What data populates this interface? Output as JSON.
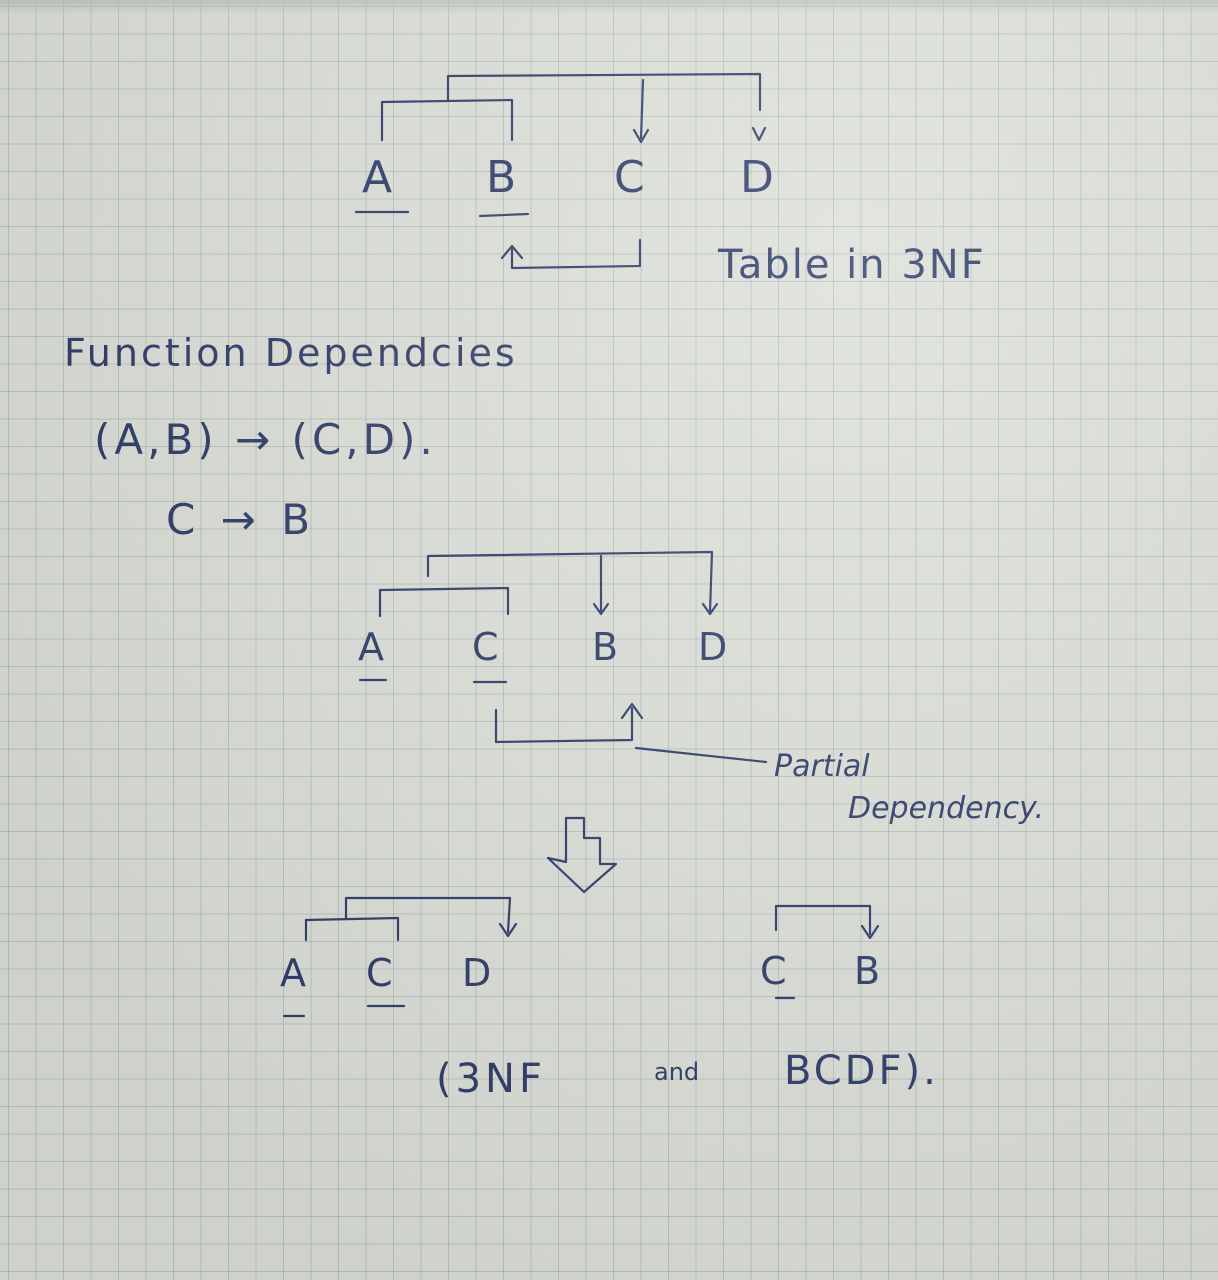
{
  "diagram1": {
    "attributes": [
      "A",
      "B",
      "C",
      "D"
    ],
    "caption": "Table in 3NF"
  },
  "dependencies": {
    "heading": "Function Dependcies",
    "fd1": "(A,B) → (C,D).",
    "fd2": "C → B"
  },
  "diagram2": {
    "attributes": [
      "A",
      "C",
      "B",
      "D"
    ],
    "note_line1": "Partial",
    "note_line2": "Dependency."
  },
  "decomposition": {
    "arrow": "⇓",
    "left_attributes": [
      "A",
      "C",
      "D"
    ],
    "right_attributes": [
      "C",
      "B"
    ],
    "conclusion_open": "(3NF",
    "conclusion_and": "and",
    "conclusion_close": "BCDF)."
  },
  "colors": {
    "ink": "#2c3a66",
    "paper": "#dcdfd8",
    "grid": "#8796969"
  }
}
